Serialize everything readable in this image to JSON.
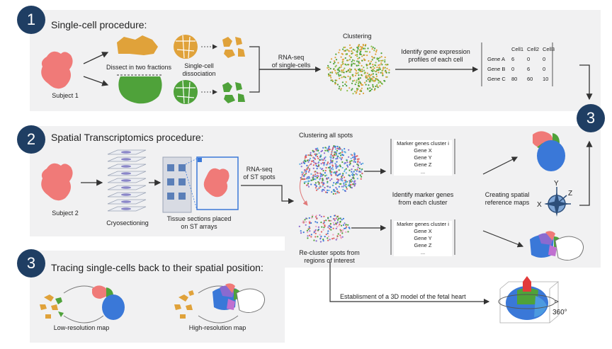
{
  "steps": {
    "one": {
      "badge": "1",
      "title": "Single-cell procedure:"
    },
    "two": {
      "badge": "2",
      "title": "Spatial Transcriptomics procedure:"
    },
    "three": {
      "badge": "3",
      "title": "Tracing single-cells back to their spatial position:"
    },
    "three_top": {
      "badge": "3"
    }
  },
  "labels": {
    "subject1": "Subject 1",
    "dissect": "Dissect in two fractions",
    "sc_dissociation": "Single-cell\ndissociation",
    "rnaseq_sc": "RNA-seq\nof single-cells",
    "clustering": "Clustering",
    "identify_profiles": "Identify gene expression\nprofiles of each cell",
    "subject2": "Subject 2",
    "cryosectioning": "Cryosectioning",
    "tissue_sections": "Tissue sections placed\non ST arrays",
    "rnaseq_st": "RNA-seq\nof ST spots",
    "clustering_all": "Clustering all spots",
    "identify_markers": "Identify marker genes\nfrom each cluster",
    "recluster": "Re-cluster spots from\nregions of interest",
    "creating_maps": "Creating spatial\nreference maps",
    "establish_3d": "Establisment of a 3D model of the fetal heart",
    "deg360": "360°",
    "axis_x": "X",
    "axis_y": "Y",
    "axis_z": "Z",
    "low_res": "Low-resolution map",
    "high_res": "High-resolution map"
  },
  "expression_table": {
    "headers": [
      "Cell1",
      "Cell2",
      "Cell3"
    ],
    "rows": [
      {
        "gene": "Gene A",
        "values": [
          "6",
          "0",
          "0"
        ]
      },
      {
        "gene": "Gene B",
        "values": [
          "0",
          "6",
          "0"
        ]
      },
      {
        "gene": "Gene C",
        "values": [
          "80",
          "60",
          "10"
        ]
      }
    ]
  },
  "marker_boxes": {
    "title": "Marker genes cluster i",
    "genes": [
      "Gene X",
      "Gene Y",
      "Gene Z",
      "..."
    ]
  },
  "colors": {
    "badge": "#1f3e63",
    "panel": "#f1f1f2",
    "heart": "#f07a78",
    "orange": "#e0a23a",
    "green": "#4fa23a",
    "blue": "#3a78d8",
    "purple": "#8a6ad0"
  }
}
